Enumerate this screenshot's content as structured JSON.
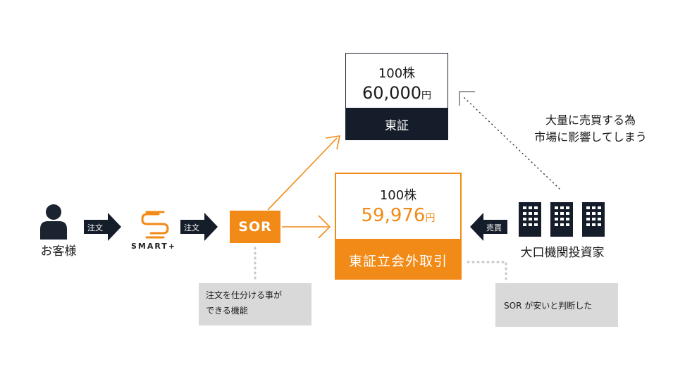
{
  "customer": {
    "label": "お客様",
    "icon": "person-icon"
  },
  "arrow_order_1": {
    "label": "注文"
  },
  "smart": {
    "label": "SMART+",
    "icon": "smart-plus-logo"
  },
  "arrow_order_2": {
    "label": "注文"
  },
  "sor": {
    "label": "SOR"
  },
  "sor_note": {
    "line1": "注文を仕分ける事が",
    "line2": "できる機能"
  },
  "tse": {
    "shares": "100株",
    "price_number": "60,000",
    "price_unit": "円",
    "name": "東証"
  },
  "pts": {
    "shares": "100株",
    "price_number": "59,976",
    "price_unit": "円",
    "name": "東証立会外取引"
  },
  "arrow_sell": {
    "label": "売買"
  },
  "institution": {
    "label": "大口機関投資家",
    "icon": "buildings-icon"
  },
  "impact_note": {
    "line1": "大量に売買する為",
    "line2": "市場に影響してしまう"
  },
  "inst_note": {
    "text": "SOR が安いと判断した"
  },
  "colors": {
    "orange": "#f28a17",
    "navy": "#161d2a",
    "gray_box": "#d9d9d9"
  }
}
